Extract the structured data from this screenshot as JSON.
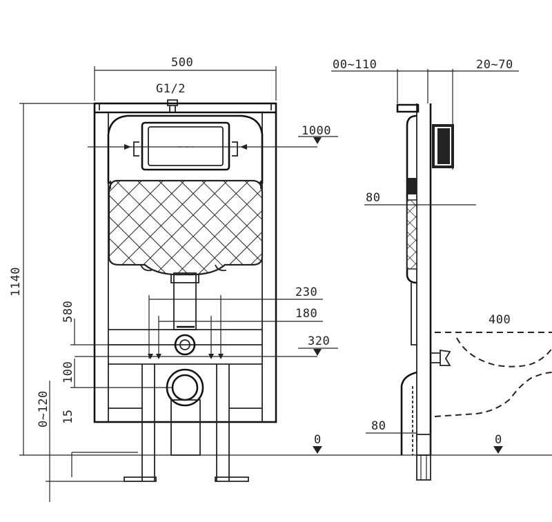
{
  "dimensions": {
    "frame_width": "500",
    "inlet": "G1/2",
    "flush_plate_height": "1000",
    "total_height": "1140",
    "outlet_offset_a": "580",
    "outlet_spacing_outer": "230",
    "outlet_spacing_inner": "180",
    "outlet_height": "320",
    "pipe_height": "100",
    "leg_adjust": "0~120",
    "bottom_gap": "15",
    "floor_left": "0",
    "depth_range": "00~110",
    "wall_range": "20~70",
    "side_80": "80",
    "bowl_length": "400",
    "bottom_80": "80",
    "floor_right": "0"
  }
}
